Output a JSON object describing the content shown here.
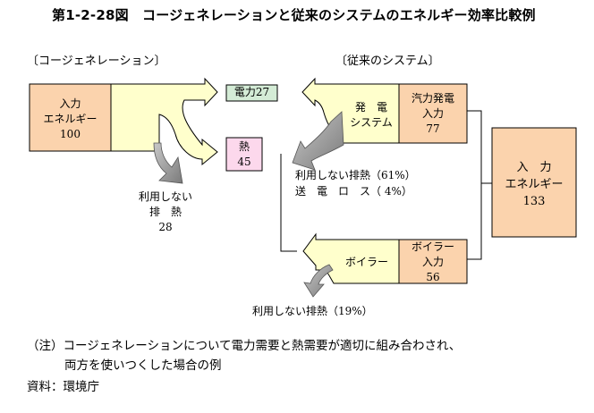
{
  "title": "第1-2-28図　コージェネレーションと従来のシステムのエネルギー効率比較例",
  "cogeneration": {
    "heading": "〔コージェネレーション〕",
    "input_label": "入力",
    "input_label2": "エネルギー",
    "input_value": "100",
    "power_label": "電力27",
    "heat_label": "熱",
    "heat_value": "45",
    "waste_label1": "利用しない",
    "waste_label2": "排　熱",
    "waste_value": "28"
  },
  "conventional": {
    "heading": "〔従来のシステム〕",
    "power_station_label1": "発　電",
    "power_station_label2": "システム",
    "steam_input_label1": "汽力発電",
    "steam_input_label2": "入力",
    "steam_input_value": "77",
    "power_waste_label": "利用しない排熱（61%）",
    "transmission_loss_label": "送　電　ロ　ス（ 4%）",
    "boiler_label": "ボイラー",
    "boiler_input_label1": "ボイラー",
    "boiler_input_label2": "入力",
    "boiler_input_value": "56",
    "boiler_waste_label": "利用しない排熱（19%）",
    "total_input_label1": "入　力",
    "total_input_label2": "エネルギー",
    "total_input_value": "133"
  },
  "notes": {
    "note_line1": "（注）コージェネレーションについて電力需要と熱需要が適切に組み合わされ、",
    "note_line2": "両方を使いつくした場合の例",
    "source": "資料：環境庁"
  },
  "colors": {
    "input_box": "#fbd3ad",
    "flow_fill": "#ffffcc",
    "power_box": "#d4ecd6",
    "heat_box": "#fcd8ec",
    "waste_arrow": "#9a9a9a"
  }
}
